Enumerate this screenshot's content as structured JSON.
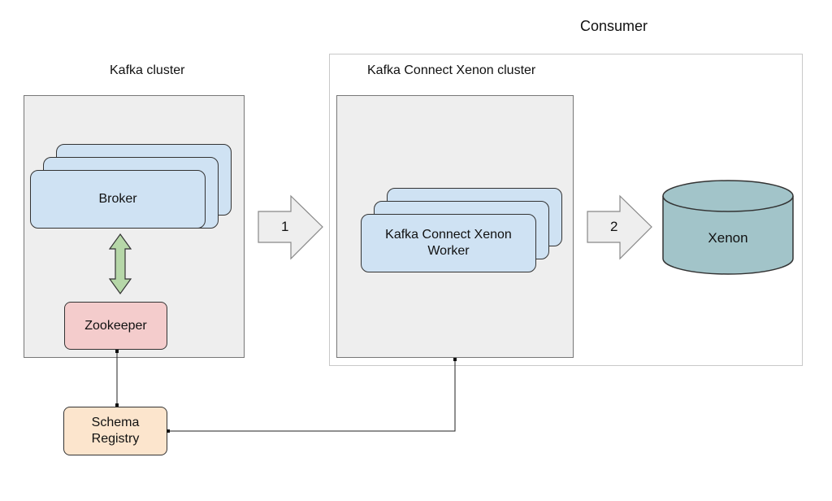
{
  "consumer": {
    "title": "Consumer"
  },
  "kafka_cluster": {
    "title": "Kafka cluster",
    "broker_label": "Broker",
    "zookeeper_label": "Zookeeper"
  },
  "connect_cluster": {
    "title": "Kafka Connect Xenon cluster",
    "worker_label": "Kafka Connect Xenon\nWorker"
  },
  "schema_registry": {
    "label": "Schema\nRegistry"
  },
  "xenon": {
    "label": "Xenon"
  },
  "flow_steps": [
    "1",
    "2"
  ],
  "colors": {
    "panel_bg": "#eeeeee",
    "card_blue": "#cfe2f3",
    "zookeeper_red": "#f4cccc",
    "schema_orange": "#fce5cd",
    "double_arrow_green": "#b6d7a8",
    "xenon_teal": "#a2c4c9",
    "flow_arrow_gray": "#eeeeee"
  }
}
